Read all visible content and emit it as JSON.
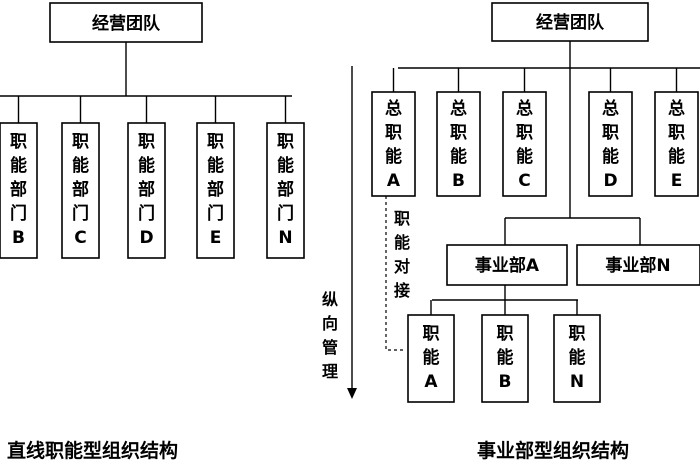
{
  "left": {
    "top": "经营团队",
    "departments": [
      [
        "职",
        "能",
        "部",
        "门",
        "B"
      ],
      [
        "职",
        "能",
        "部",
        "门",
        "C"
      ],
      [
        "职",
        "能",
        "部",
        "门",
        "D"
      ],
      [
        "职",
        "能",
        "部",
        "门",
        "E"
      ],
      [
        "职",
        "能",
        "部",
        "门",
        "N"
      ]
    ],
    "caption": "直线职能型组织结构"
  },
  "right": {
    "top": "经营团队",
    "general_functions": [
      [
        "总",
        "职",
        "能",
        "A"
      ],
      [
        "总",
        "职",
        "能",
        "B"
      ],
      [
        "总",
        "职",
        "能",
        "C"
      ],
      [
        "总",
        "职",
        "能",
        "D"
      ],
      [
        "总",
        "职",
        "能",
        "E"
      ]
    ],
    "divisions": [
      "事业部A",
      "事业部N"
    ],
    "division_functions": [
      [
        "职",
        "能",
        "A"
      ],
      [
        "职",
        "能",
        "B"
      ],
      [
        "职",
        "能",
        "N"
      ]
    ],
    "liaison_label": [
      "职",
      "能",
      "对",
      "接"
    ],
    "vertical_label": [
      "纵",
      "向",
      "管",
      "理"
    ],
    "caption": "事业部型组织结构"
  }
}
